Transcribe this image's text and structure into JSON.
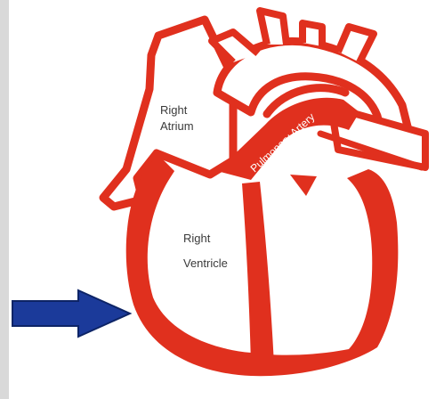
{
  "colors": {
    "muscle": "#e0301e",
    "arrow": "#1b3a9a",
    "arrow_stroke": "#0d2466",
    "label_text": "#3a3a3a",
    "background": "#ffffff",
    "edge": "#d9d9d9"
  },
  "labels": {
    "right_atrium_line1": "Right",
    "right_atrium_line2": "Atrium",
    "right_ventricle_line1": "Right",
    "right_ventricle_line2": "Ventricle",
    "pulmonary_artery": "Pulmonary Artery"
  }
}
